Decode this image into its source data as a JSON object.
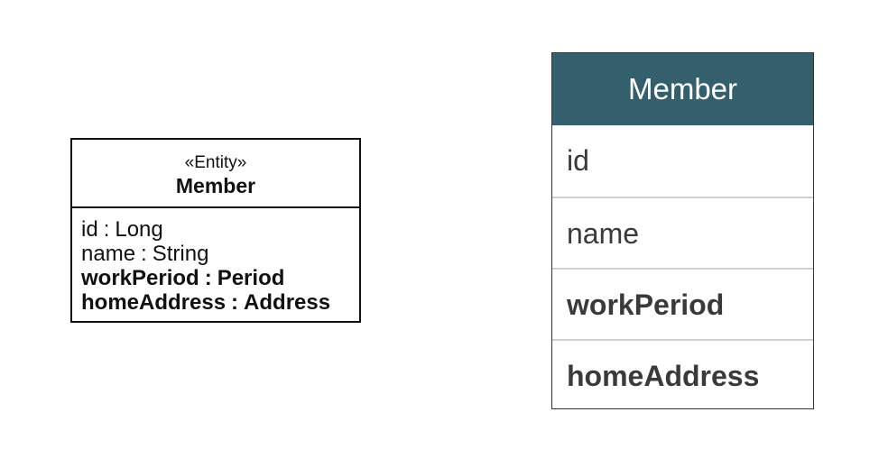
{
  "uml_class": {
    "stereotype": "«Entity»",
    "name": "Member",
    "attributes": [
      {
        "name": "id",
        "separator": ":",
        "type": "Long",
        "bold": false
      },
      {
        "name": "name",
        "separator": ":",
        "type": "String",
        "bold": false
      },
      {
        "name": "workPeriod",
        "separator": ":",
        "type": "Period",
        "bold": true
      },
      {
        "name": "homeAddress",
        "separator": ":",
        "type": "Address",
        "bold": true
      }
    ]
  },
  "table_entity": {
    "title": "Member",
    "header_color": "#33606c",
    "columns": [
      {
        "name": "id",
        "bold": false
      },
      {
        "name": "name",
        "bold": false
      },
      {
        "name": "workPeriod",
        "bold": true
      },
      {
        "name": "homeAddress",
        "bold": true
      }
    ]
  }
}
